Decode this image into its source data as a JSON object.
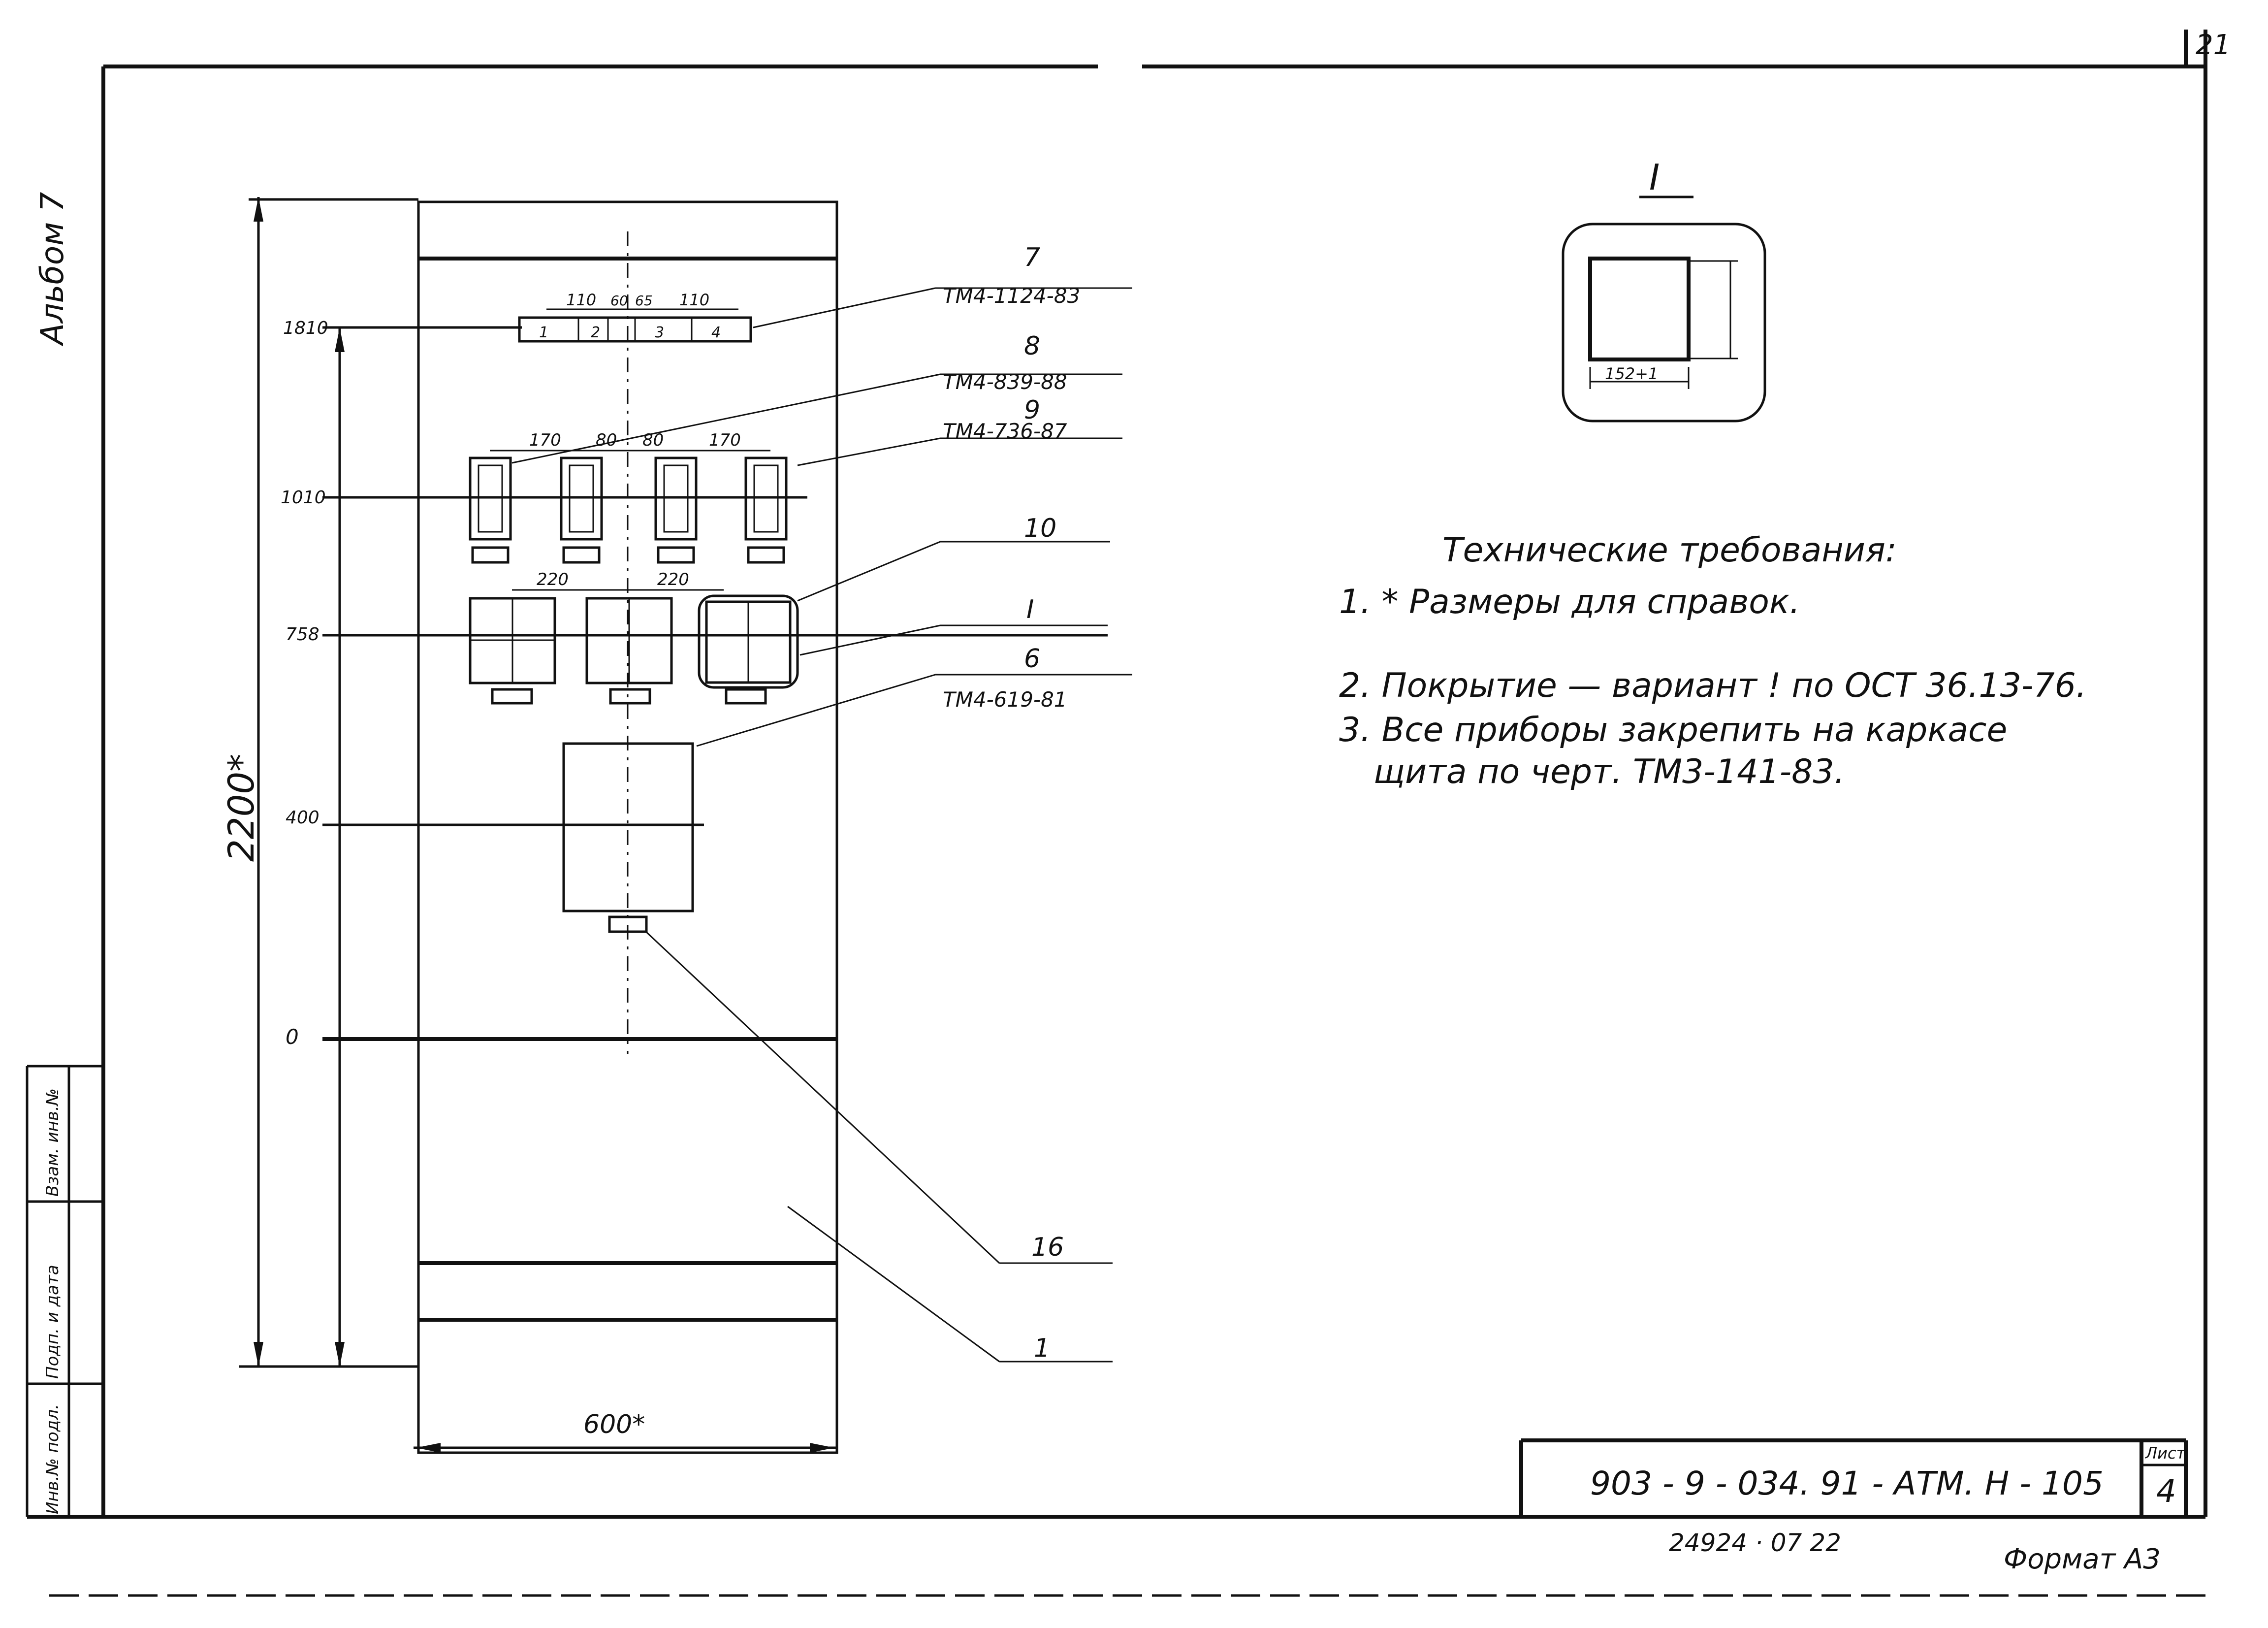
{
  "sheet": {
    "page_number": "21",
    "album_label": "Альбом 7",
    "side_stamp": [
      "Инв.№ подл.",
      "Подп. и дата",
      "Взам. инв.№"
    ]
  },
  "dimensions": {
    "height_total": "2200*",
    "width_total": "600*",
    "levels": [
      "1810",
      "1010",
      "758",
      "400",
      "0"
    ],
    "top_row_spacing": [
      "110",
      "60",
      "65",
      "110"
    ],
    "second_row_spacing": [
      "170",
      "80",
      "80",
      "170"
    ],
    "third_row_spacing": [
      "220",
      "220"
    ],
    "detail_dim": "152+1"
  },
  "top_row_numbers": [
    "1",
    "2",
    "3",
    "4"
  ],
  "callouts": [
    {
      "pos": "7",
      "ref": "ТМ4-1124-83"
    },
    {
      "pos": "8",
      "ref": "ТМ4-839-88"
    },
    {
      "pos": "9",
      "ref": "ТМ4-736-87"
    },
    {
      "pos": "10",
      "ref": ""
    },
    {
      "pos": "I",
      "ref": ""
    },
    {
      "pos": "6",
      "ref": "ТМ4-619-81"
    },
    {
      "pos": "16",
      "ref": ""
    },
    {
      "pos": "1",
      "ref": ""
    }
  ],
  "detail": {
    "label": "I"
  },
  "requirements": {
    "title": "Технические требования:",
    "items": [
      "1. * Размеры для справок.",
      "2. Покрытие — вариант ! по ОСТ 36.13-76.",
      "3. Все приборы закрепить на каркасе",
      "щита по черт. ТМ3-141-83."
    ]
  },
  "title_block": {
    "doc_code": "903 - 9 - 034. 91 - АТМ. Н - 105",
    "sheet_label": "Лист",
    "sheet_no": "4"
  },
  "footer": {
    "archive": "24924 · 07   22",
    "format": "Формат А3"
  }
}
